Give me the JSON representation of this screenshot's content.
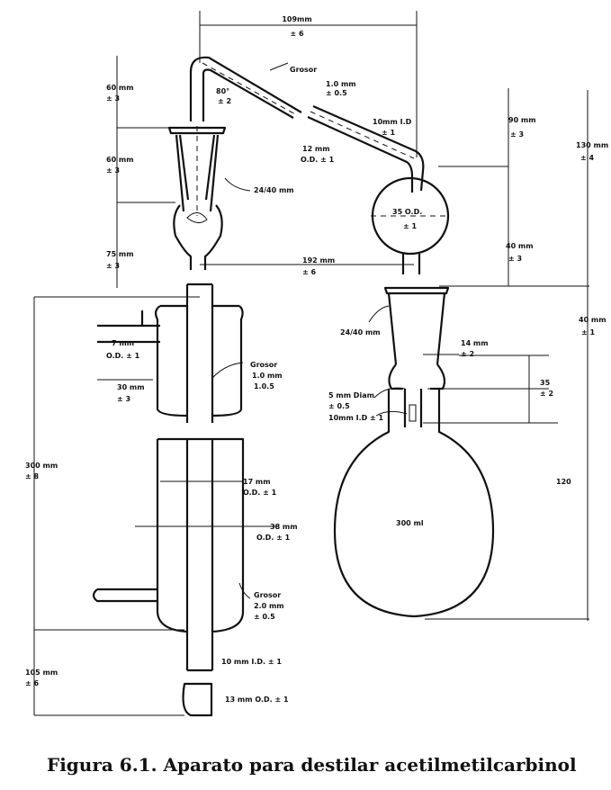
{
  "caption": "Figura 6.1.  Aparato para destilar acetilmetilcarbinol",
  "labels": {
    "top_width_1": "109mm",
    "top_width_2": "± 6",
    "grosor_top": "Grosor",
    "tube_1": "1.0 mm",
    "tube_2": "± 0.5",
    "left_60a_1": "60 mm",
    "left_60a_2": "± 3",
    "angle_1": "80°",
    "angle_2": "± 2",
    "right_tube_1": "10mm I.D",
    "right_tube_2": "± 1",
    "right_90_1": "90 mm",
    "right_90_2": "± 3",
    "far_130_1": "130 mm",
    "far_130_2": "± 4",
    "od12_1": "12 mm",
    "od12_2": "O.D. ± 1",
    "left_60b_1": "60 mm",
    "left_60b_2": "± 3",
    "joint_top": "24/40 mm",
    "bulb_1": "35 O.D.",
    "bulb_2": "± 1",
    "right_40_1": "40 mm",
    "right_40_2": "± 3",
    "left_75_1": "75 mm",
    "left_75_2": "± 3",
    "mid_192_1": "192 mm",
    "mid_192_2": "± 6",
    "far_40_1": "40 mm",
    "far_40_2": "± 1",
    "inlet_1": "7 mm",
    "inlet_2": "O.D. ± 1",
    "joint_right": "24/40 mm",
    "grosor_mid_1": "Grosor",
    "grosor_mid_2": "1.0 mm",
    "grosor_mid_3": "1.0.5",
    "d14_1": "14 mm",
    "d14_2": "± 2",
    "left_30_1": "30 mm",
    "left_30_2": "± 3",
    "d35_1": "35",
    "d35_2": "± 2",
    "diam5_1": "5 mm Diam",
    "diam5_2": "± 0.5",
    "id10": "10mm I.D ± 1",
    "left_300_1": "300 mm",
    "left_300_2": "± 8",
    "od17_1": "17 mm",
    "od17_2": "O.D. ± 1",
    "h120": "120",
    "flask": "300 ml",
    "od38_1": "38 mm",
    "od38_2": "O.D. ± 1",
    "grosor_low_1": "Grosor",
    "grosor_low_2": "2.0 mm",
    "grosor_low_3": "± 0.5",
    "id10_bottom": "10 mm I.D. ± 1",
    "left_105_1": "105 mm",
    "left_105_2": "± 6",
    "od13": "13 mm O.D. ± 1"
  }
}
